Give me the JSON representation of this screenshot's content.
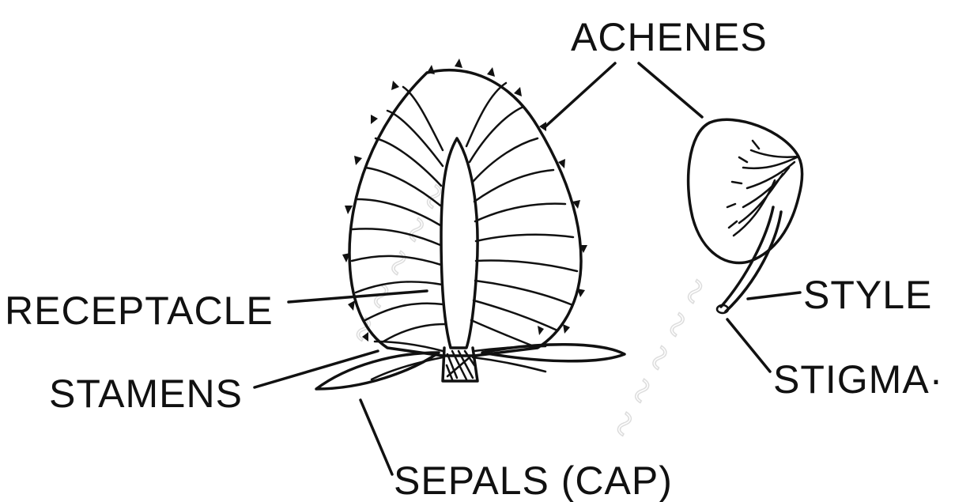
{
  "diagram": {
    "labels": {
      "achenes": "ACHENES",
      "receptacle": "RECEPTACLE",
      "stamens": "STAMENS",
      "sepals": "SEPALS (CAP)",
      "style": "STYLE",
      "stigma": "STIGMA·"
    },
    "colors": {
      "ink": "#111111",
      "background": "#ffffff",
      "watermark": "#d6d6d6"
    }
  }
}
